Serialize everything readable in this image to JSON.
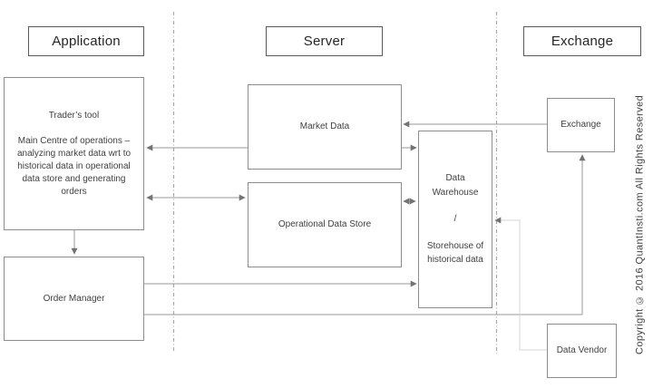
{
  "lanes": {
    "application": {
      "label": "Application"
    },
    "server": {
      "label": "Server"
    },
    "exchange": {
      "label": "Exchange"
    }
  },
  "nodes": {
    "traders_tool": {
      "title": "Trader’s tool",
      "body": "Main Centre of operations – analyzing market data wrt to historical data in operational data store and generating orders"
    },
    "order_manager": {
      "label": "Order Manager"
    },
    "market_data": {
      "label": "Market Data"
    },
    "operational_data_store": {
      "label": "Operational Data Store"
    },
    "data_warehouse": {
      "title": "Data Warehouse",
      "separator": "/",
      "subtitle": "Storehouse of historical data"
    },
    "exchange": {
      "label": "Exchange"
    },
    "data_vendor": {
      "label": "Data Vendor"
    }
  },
  "connectors": [
    {
      "name": "exchange-to-market-data",
      "direction": "left"
    },
    {
      "name": "market-data-to-traders-tool",
      "direction": "left"
    },
    {
      "name": "market-data-to-data-warehouse",
      "direction": "right"
    },
    {
      "name": "traders-tool-ods-bidirectional",
      "direction": "both"
    },
    {
      "name": "ods-data-warehouse-bidirectional",
      "direction": "both"
    },
    {
      "name": "traders-tool-to-order-manager",
      "direction": "down"
    },
    {
      "name": "order-manager-to-data-warehouse",
      "direction": "right"
    },
    {
      "name": "order-manager-to-exchange",
      "direction": "up"
    },
    {
      "name": "data-vendor-to-data-warehouse",
      "direction": "left"
    }
  ],
  "watermark": {
    "text": "Copyright © 2016 QuantInsti.com All Rights Reserved"
  },
  "colors": {
    "node_border": "#8c8c8c",
    "header_border": "#595959",
    "text": "#3f3f3f",
    "connector": "#999999",
    "arrowhead": "#737373",
    "light_connector": "#d4d4d4",
    "separator": "#a8a8a8"
  }
}
